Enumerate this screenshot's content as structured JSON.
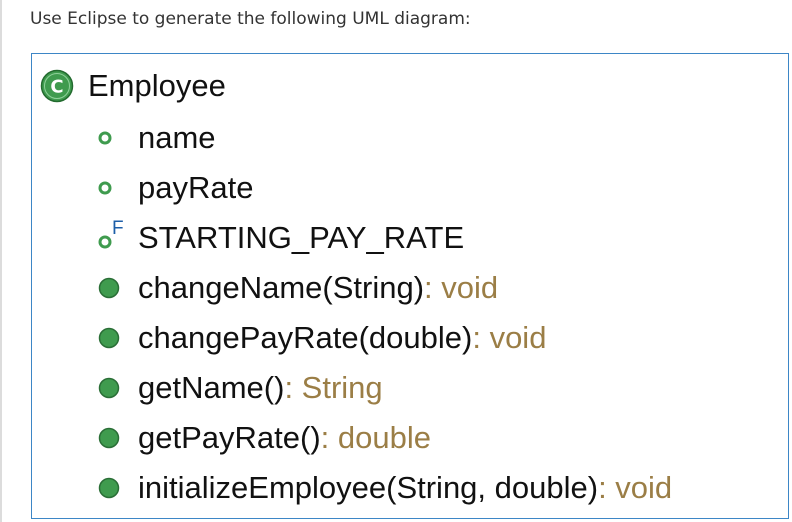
{
  "instruction": "Use Eclipse to generate the following UML diagram:",
  "uml_class": {
    "icon": "class-c-icon",
    "name": "Employee",
    "fields": [
      {
        "name": "name",
        "icon": "field-private-icon"
      },
      {
        "name": "payRate",
        "icon": "field-private-icon"
      },
      {
        "name": "STARTING_PAY_RATE",
        "icon": "field-final-icon",
        "modifier": "F"
      }
    ],
    "methods": [
      {
        "name": "changeName(String)",
        "type": " : void",
        "icon": "method-public-icon"
      },
      {
        "name": "changePayRate(double)",
        "type": " : void",
        "icon": "method-public-icon"
      },
      {
        "name": "getName()",
        "type": " : String",
        "icon": "method-public-icon"
      },
      {
        "name": "getPayRate()",
        "type": " : double",
        "icon": "method-public-icon"
      },
      {
        "name": "initializeEmployee(String, double)",
        "type": " : void",
        "icon": "method-public-icon"
      }
    ]
  },
  "colors": {
    "border": "#3d86c6",
    "type_text": "#9b7e46",
    "icon_green": "#3f9b4e",
    "icon_blue": "#1d5ea8"
  }
}
